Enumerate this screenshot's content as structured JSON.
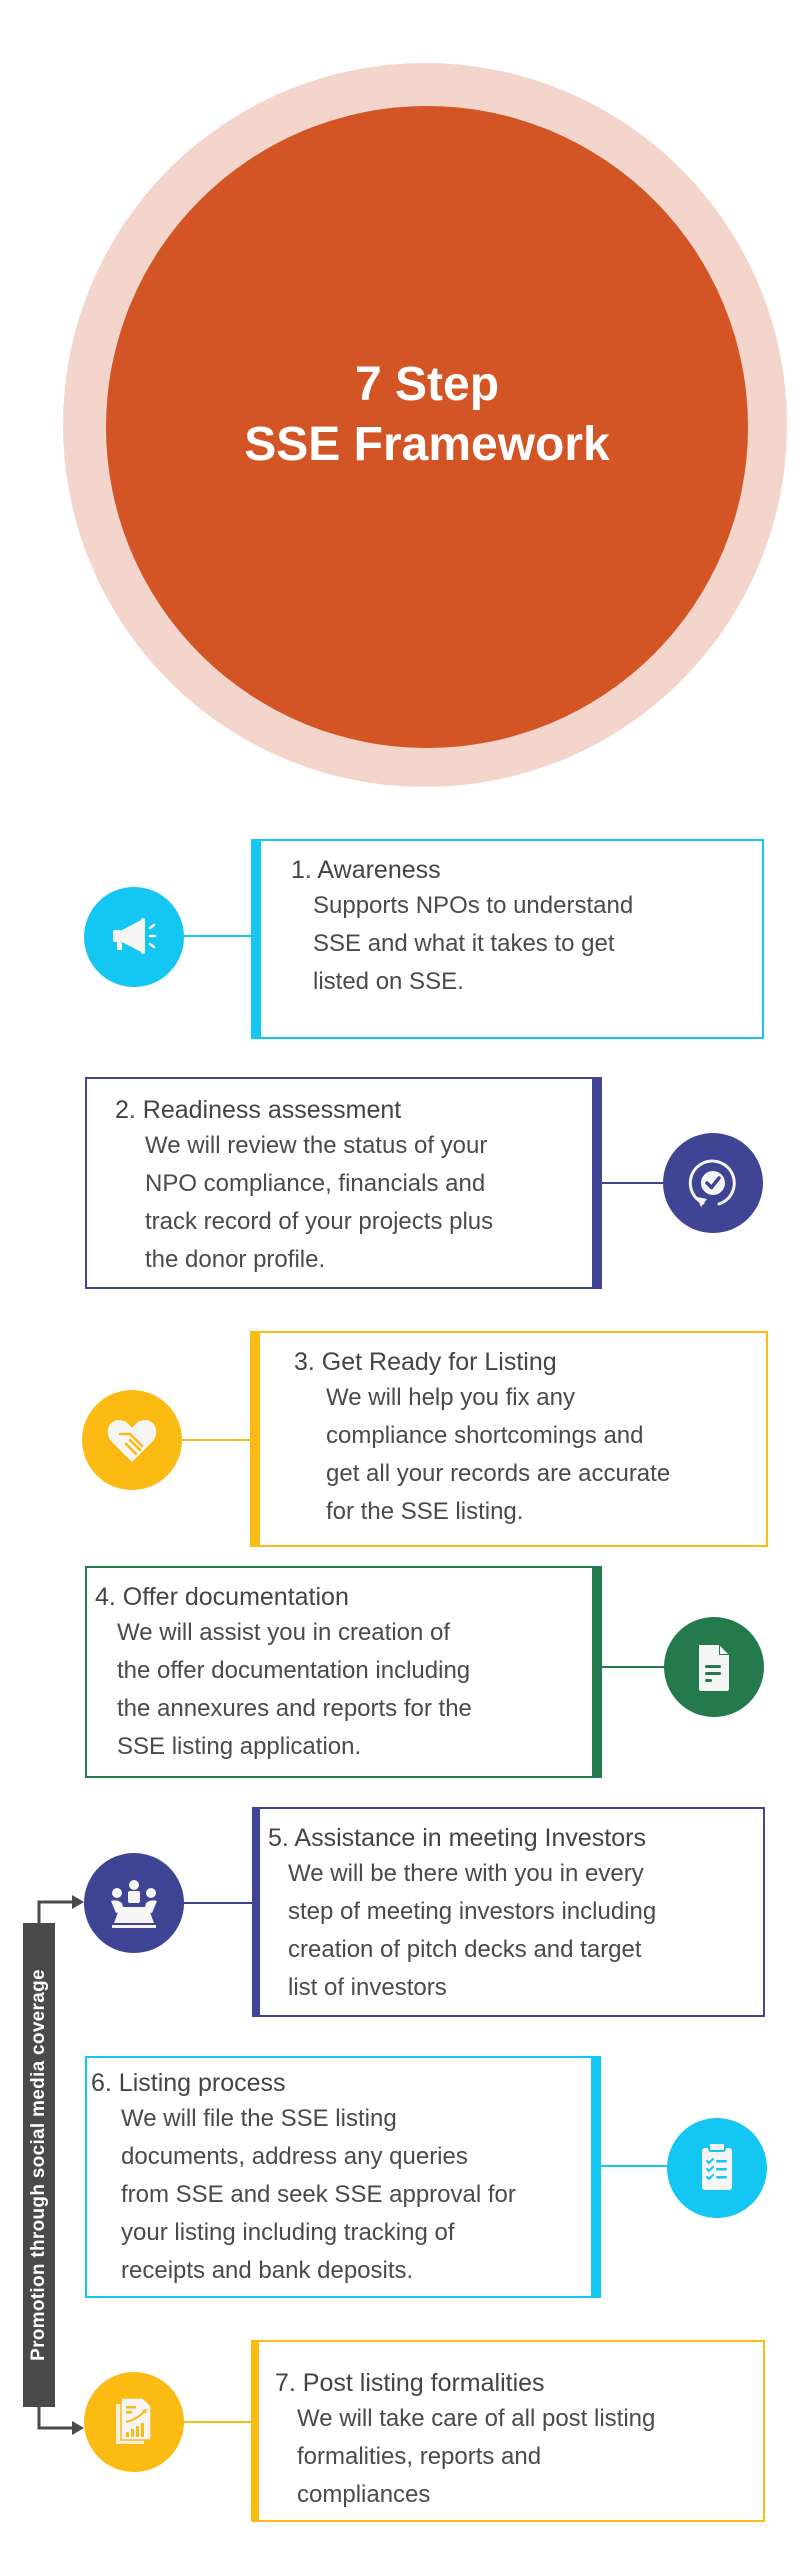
{
  "hero": {
    "title_line1": "7 Step",
    "title_line2": "SSE Framework",
    "outer_color": "#f4d5cb",
    "inner_color": "#d35424"
  },
  "side_label": "Promotion through social media coverage",
  "steps": [
    {
      "title": "1. Awareness",
      "lines": [
        "Supports NPOs to understand",
        "SSE and what it takes to get",
        "listed on SSE."
      ],
      "icon": "megaphone-icon",
      "color": "#14c6f2"
    },
    {
      "title": "2. Readiness assessment",
      "lines": [
        "We will review the status of your",
        "NPO compliance, financials and",
        "track record of your projects plus",
        "the donor profile."
      ],
      "icon": "check-circle-refresh-icon",
      "color": "#3f4594"
    },
    {
      "title": "3.  Get Ready for Listing",
      "lines": [
        "We will help you fix any",
        "compliance shortcomings and",
        "get all your records are accurate",
        "for the SSE listing."
      ],
      "icon": "heart-handshake-icon",
      "color": "#fbbb13"
    },
    {
      "title": "4. Offer documentation",
      "lines": [
        "We will assist you in creation of",
        "the offer documentation including",
        "the annexures and reports for the",
        "SSE listing application."
      ],
      "icon": "document-icon",
      "color": "#24794d"
    },
    {
      "title": "5. Assistance in meeting Investors",
      "lines": [
        "We will be there with you in every",
        "step of meeting investors including",
        "creation of pitch decks and target",
        "list of investors"
      ],
      "icon": "meeting-icon",
      "color": "#3f4594"
    },
    {
      "title": "6.  Listing process",
      "lines": [
        "We will file the SSE listing",
        "documents, address any queries",
        "from SSE and seek SSE approval for",
        "your listing including tracking of",
        "receipts and bank deposits."
      ],
      "icon": "clipboard-checklist-icon",
      "color": "#14c6f2"
    },
    {
      "title": "7.  Post listing formalities",
      "lines": [
        "We will take care of all post listing",
        "formalities, reports and",
        "compliances"
      ],
      "icon": "report-chart-icon",
      "color": "#fbbb13"
    }
  ]
}
